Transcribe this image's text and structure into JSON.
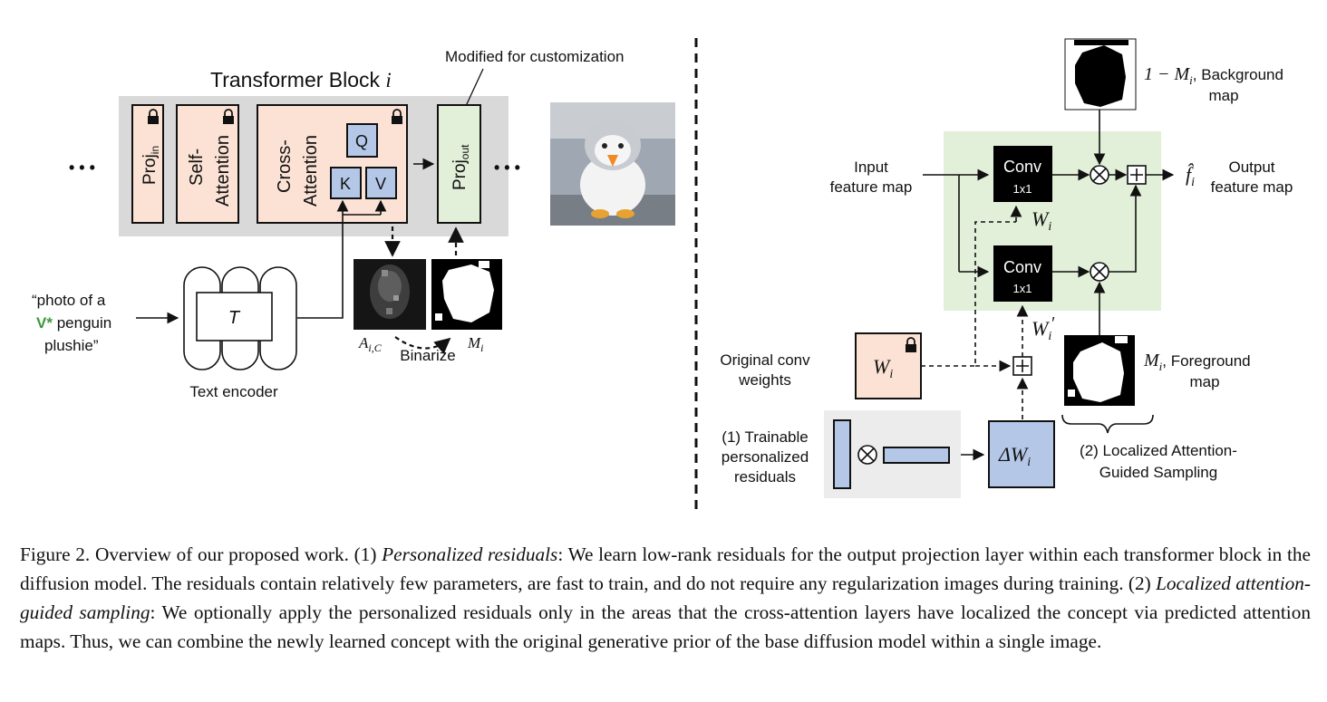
{
  "left_panel": {
    "block_title": "Transformer Block",
    "block_index": "i",
    "modified_note": "Modified for customization",
    "ellipsis_left": "• • •",
    "ellipsis_right": "• • •",
    "proj_in": {
      "main": "Proj",
      "sub": "in"
    },
    "self_attention": [
      "Self-",
      "Attention"
    ],
    "cross_attention": [
      "Cross-",
      "Attention"
    ],
    "q_label": "Q",
    "k_label": "K",
    "v_label": "V",
    "proj_out": {
      "main": "Proj",
      "sub": "out"
    },
    "prompt_lines": [
      "“photo of a",
      "penguin",
      "plushie”"
    ],
    "prompt_token": "V*",
    "encoder_symbol": "T",
    "encoder_label": "Text encoder",
    "attn_map_label": "A",
    "attn_map_sub": "i,C",
    "mask_label": "M",
    "mask_sub": "i",
    "binarize_label": "Binarize",
    "colors": {
      "block_bg": "#d9d9d9",
      "layer_fill": "#fbe2d5",
      "proj_out_fill": "#e2f0d9",
      "token": "#3a9a3a"
    }
  },
  "right_panel": {
    "bg_map_label": "1 − M",
    "bg_map_sub": "i",
    "bg_map_desc": [
      "Background",
      "map"
    ],
    "input_label": [
      "Input",
      "feature map"
    ],
    "conv_top": {
      "title": "Conv",
      "size": "1x1"
    },
    "conv_bottom": {
      "title": "Conv",
      "size": "1x1"
    },
    "w_label": "W",
    "w_sub": "i",
    "w_prime_label": "W",
    "w_prime_sub": "i",
    "w_prime_mark": "′",
    "output_symbol": "f̂",
    "output_sub": "i",
    "output_label": [
      "Output",
      "feature map"
    ],
    "orig_weights_label": [
      "Original conv",
      "weights"
    ],
    "orig_w": "W",
    "orig_w_sub": "i",
    "fg_map_label": "M",
    "fg_map_sub": "i",
    "fg_map_desc": [
      "Foreground",
      "map"
    ],
    "trainable_label": [
      "(1) Trainable",
      "personalized",
      "residuals"
    ],
    "delta_w": "ΔW",
    "delta_w_sub": "i",
    "lags_label": [
      "(2) Localized Attention-",
      "Guided Sampling"
    ],
    "colors": {
      "green_region": "#e2f0d9",
      "residual_fill": "#b4c7e7",
      "weights_fill": "#fbe2d5",
      "residual_bg": "#ececec"
    }
  },
  "caption": {
    "figure_label": "Figure 2.",
    "intro": "Overview of our proposed work. (1)",
    "term1": "Personalized residuals",
    "text1": ": We learn low-rank residuals for the output projection layer within each transformer block in the diffusion model. The residuals contain relatively few parameters, are fast to train, and do not require any regularization images during training. (2)",
    "term2": "Localized attention-guided sampling",
    "text2": ": We optionally apply the personalized residuals only in the areas that the cross-attention layers have localized the concept via predicted attention maps. Thus, we can combine the newly learned concept with the original generative prior of the base diffusion model within a single image."
  }
}
